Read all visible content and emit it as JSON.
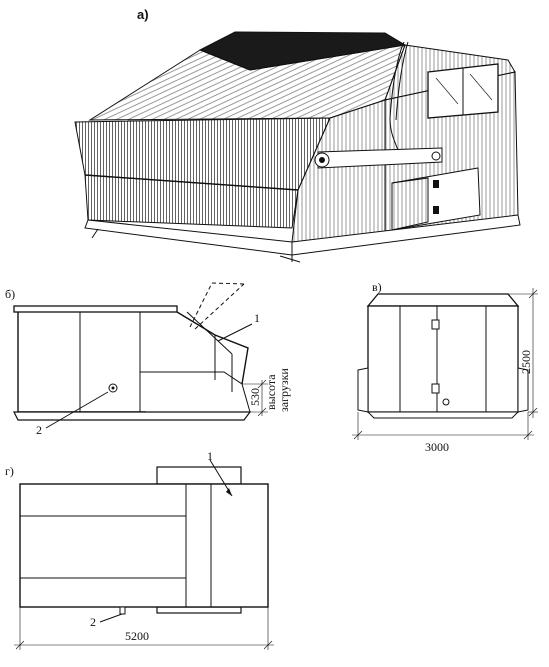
{
  "panels": {
    "a": "а)",
    "b": "б)",
    "v": "в)",
    "g": "г)"
  },
  "callouts": {
    "item1_b": "1",
    "item2_b": "2",
    "item1_g": "1",
    "item2_g": "2"
  },
  "dimensions": {
    "load_height": "530",
    "load_height_label_line1": "высота",
    "load_height_label_line2": "загрузки",
    "end_width": "3000",
    "end_height": "2500",
    "plan_length": "5200"
  }
}
